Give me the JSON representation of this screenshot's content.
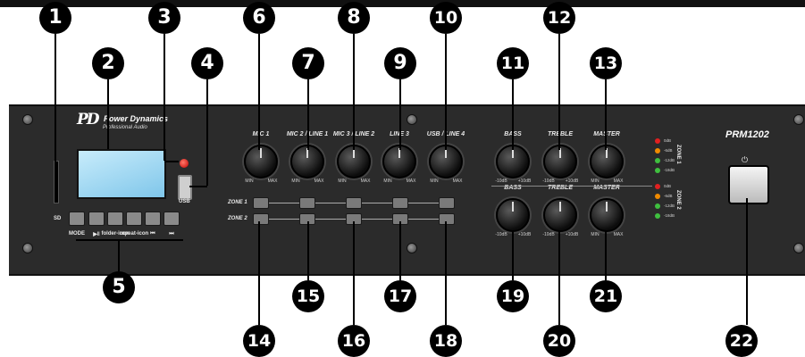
{
  "device": {
    "brand": "Power Dynamics",
    "brand_sub": "Professional Audio",
    "logo": "PD",
    "model": "PRM1202",
    "power_icon": "power-icon"
  },
  "callouts": [
    "1",
    "2",
    "3",
    "4",
    "5",
    "6",
    "7",
    "8",
    "9",
    "10",
    "11",
    "12",
    "13",
    "14",
    "15",
    "16",
    "17",
    "18",
    "19",
    "20",
    "21",
    "22"
  ],
  "input_knobs": [
    {
      "label": "MIC 1",
      "min": "MIN",
      "max": "MAX"
    },
    {
      "label": "MIC 2 / LINE 1",
      "min": "MIN",
      "max": "MAX"
    },
    {
      "label": "MIC 3 / LINE 2",
      "min": "MIN",
      "max": "MAX"
    },
    {
      "label": "LINE 3",
      "min": "MIN",
      "max": "MAX"
    },
    {
      "label": "USB / LINE 4",
      "min": "MIN",
      "max": "MAX"
    }
  ],
  "zone1_knobs": [
    {
      "label": "BASS",
      "min": "-10dB",
      "max": "+10dB"
    },
    {
      "label": "TREBLE",
      "min": "-10dB",
      "max": "+10dB"
    },
    {
      "label": "MASTER",
      "min": "MIN",
      "max": "MAX"
    }
  ],
  "zone2_knobs": [
    {
      "label": "BASS",
      "min": "-10dB",
      "max": "+10dB"
    },
    {
      "label": "TREBLE",
      "min": "-10dB",
      "max": "+10dB"
    },
    {
      "label": "MASTER",
      "min": "MIN",
      "max": "MAX"
    }
  ],
  "zones": {
    "zone1": "ZONE 1",
    "zone2": "ZONE 2"
  },
  "vu_meter": {
    "levels": [
      "0dB",
      "-6dB",
      "-12dB",
      "-18dB"
    ],
    "colors": [
      "#e02020",
      "#f08a00",
      "#3fbf3f",
      "#3fbf3f"
    ],
    "zone1_label": "ZONE 1",
    "zone2_label": "ZONE 2"
  },
  "player": {
    "sd_label": "SD",
    "usb_label": "USB",
    "buttons": [
      "MODE",
      "▶‖",
      "folder-icon",
      "repeat-icon",
      "⏮",
      "⏭"
    ]
  },
  "colors": {
    "panel": "#2b2b2b",
    "lcd": "#a8dcf4",
    "usb_led": "#e01010"
  }
}
